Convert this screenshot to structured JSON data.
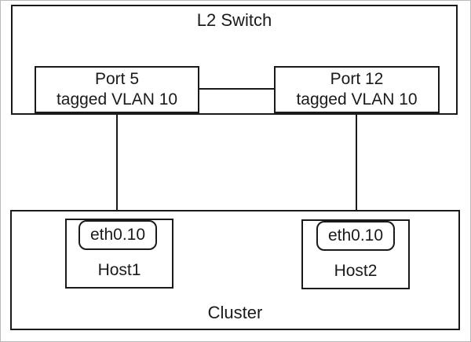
{
  "colors": {
    "line": "#1a1a1a",
    "background": "#ffffff",
    "frame": "#b9b9b9"
  },
  "diagram": {
    "switch": {
      "label": "L2 Switch",
      "ports": [
        {
          "name": "Port 5",
          "detail": "tagged VLAN 10"
        },
        {
          "name": "Port 12",
          "detail": "tagged VLAN 10"
        }
      ]
    },
    "cluster": {
      "label": "Cluster",
      "hosts": [
        {
          "name": "Host1",
          "interface": "eth0.10"
        },
        {
          "name": "Host2",
          "interface": "eth0.10"
        }
      ]
    }
  }
}
